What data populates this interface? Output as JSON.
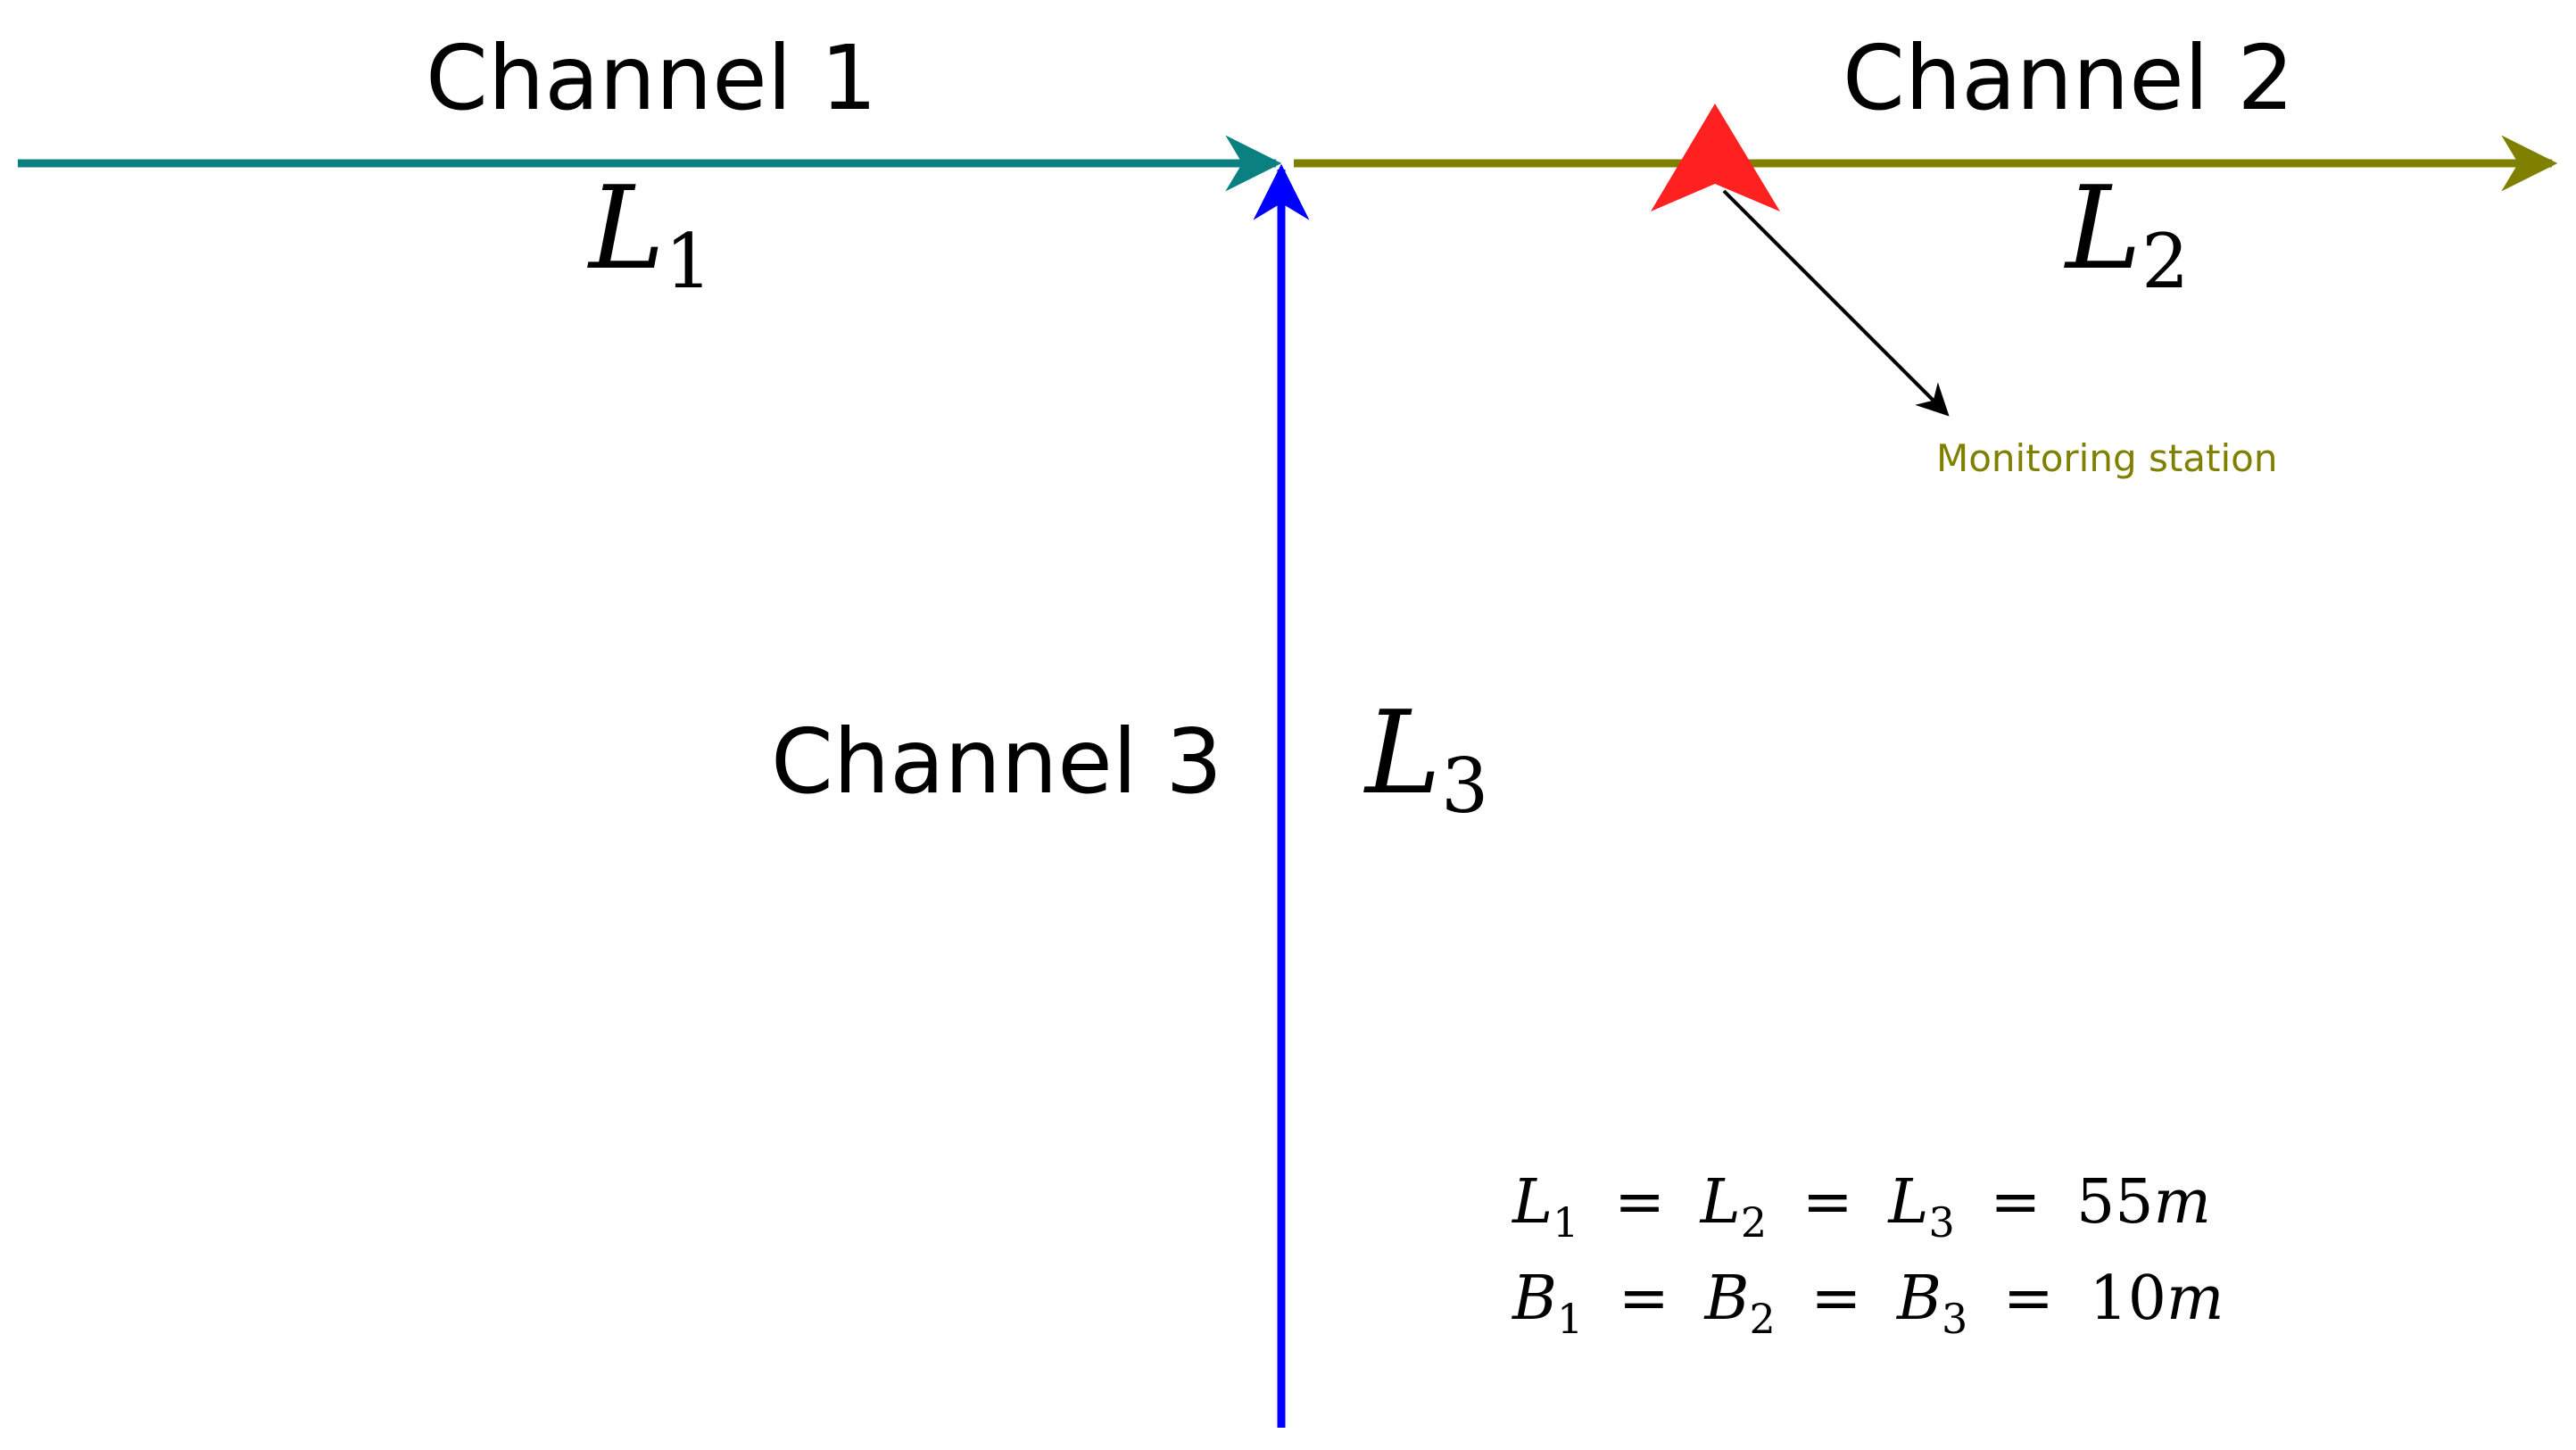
{
  "channels": [
    {
      "id": "1",
      "name": "Channel 1",
      "length_symbol": "L",
      "length_sub": "1",
      "color": "#0a8080"
    },
    {
      "id": "2",
      "name": "Channel 2",
      "length_symbol": "L",
      "length_sub": "2",
      "color": "#808000"
    },
    {
      "id": "3",
      "name": "Channel 3",
      "length_symbol": "L",
      "length_sub": "3",
      "color": "#0000ff"
    }
  ],
  "station": {
    "label": "Monitoring station",
    "marker_color": "#ff2020",
    "label_color": "#808000"
  },
  "equations": {
    "length": {
      "sym": "L",
      "s1": "1",
      "s2": "2",
      "s3": "3",
      "value": "55",
      "unit": "m"
    },
    "width": {
      "sym": "B",
      "s1": "1",
      "s2": "2",
      "s3": "3",
      "value": "10",
      "unit": "m"
    },
    "eq_sign": "="
  }
}
